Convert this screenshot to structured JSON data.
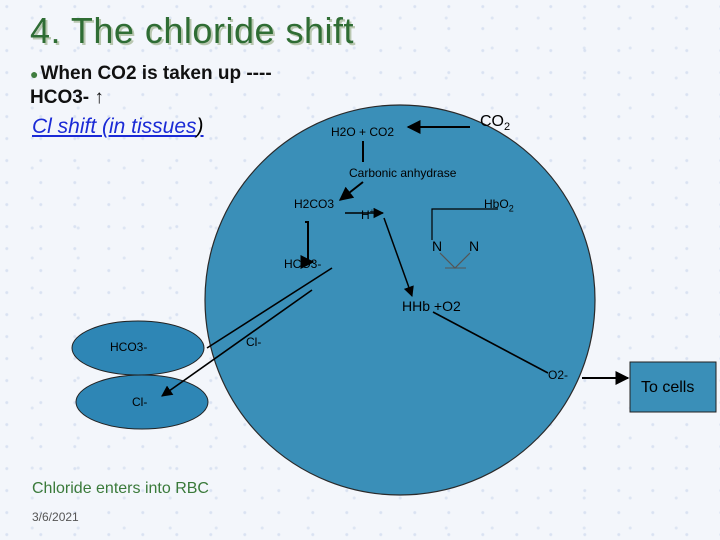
{
  "title": "4. The chloride shift",
  "bullet": {
    "line1": "When CO2 is taken up ----",
    "line2": "HCO3- ↑"
  },
  "subtitle": {
    "text": "Cl shift (in tissues",
    "paren": ")"
  },
  "diagram": {
    "co2_outside": "CO",
    "co2_outside_sub": "2",
    "h2o_co2": "H2O + CO2",
    "carbonic_anhydrase": "Carbonic anhydrase",
    "h2co3": "H2CO3",
    "h_plus": "H",
    "h_plus_sup": "+",
    "hbo2": "HbO",
    "hbo2_sub": "2",
    "n_left": "N",
    "n_right": "N",
    "hco3_inside": "HCO3-",
    "hhb_o2": "HHb +O2",
    "cl_upper": "Cl-",
    "hco3_ellipse": "HCO3-",
    "cl_ellipse": "Cl-",
    "o2_out": "O2-",
    "to_cells": "To cells",
    "rbc_color": "#3a8fb8",
    "ellipse_color": "#2e86b5"
  },
  "footer": "Chloride enters into RBC",
  "date": "3/6/2021"
}
